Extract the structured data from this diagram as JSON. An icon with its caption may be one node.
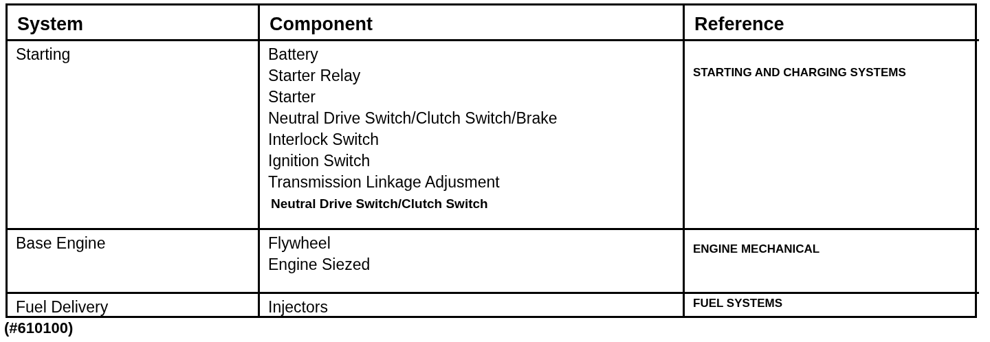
{
  "diagram": {
    "caption": "(#610100)",
    "labels": [
      "System",
      "Component",
      "Reference",
      "Starting",
      "Battery",
      "Starter Relay",
      "Starter",
      "Neutral Drive Switch/Clutch Switch/Brake",
      "Interlock Switch",
      "Ignition Switch",
      "Transmission Linkage Adjusment",
      "Neutral Drive Switch/Clutch Switch",
      "STARTING AND CHARGING SYSTEMS",
      "Base Engine",
      "Flywheel",
      "Engine Siezed",
      "ENGINE MECHANICAL",
      "Fuel Delivery",
      "Injectors",
      "FUEL SYSTEMS"
    ]
  }
}
